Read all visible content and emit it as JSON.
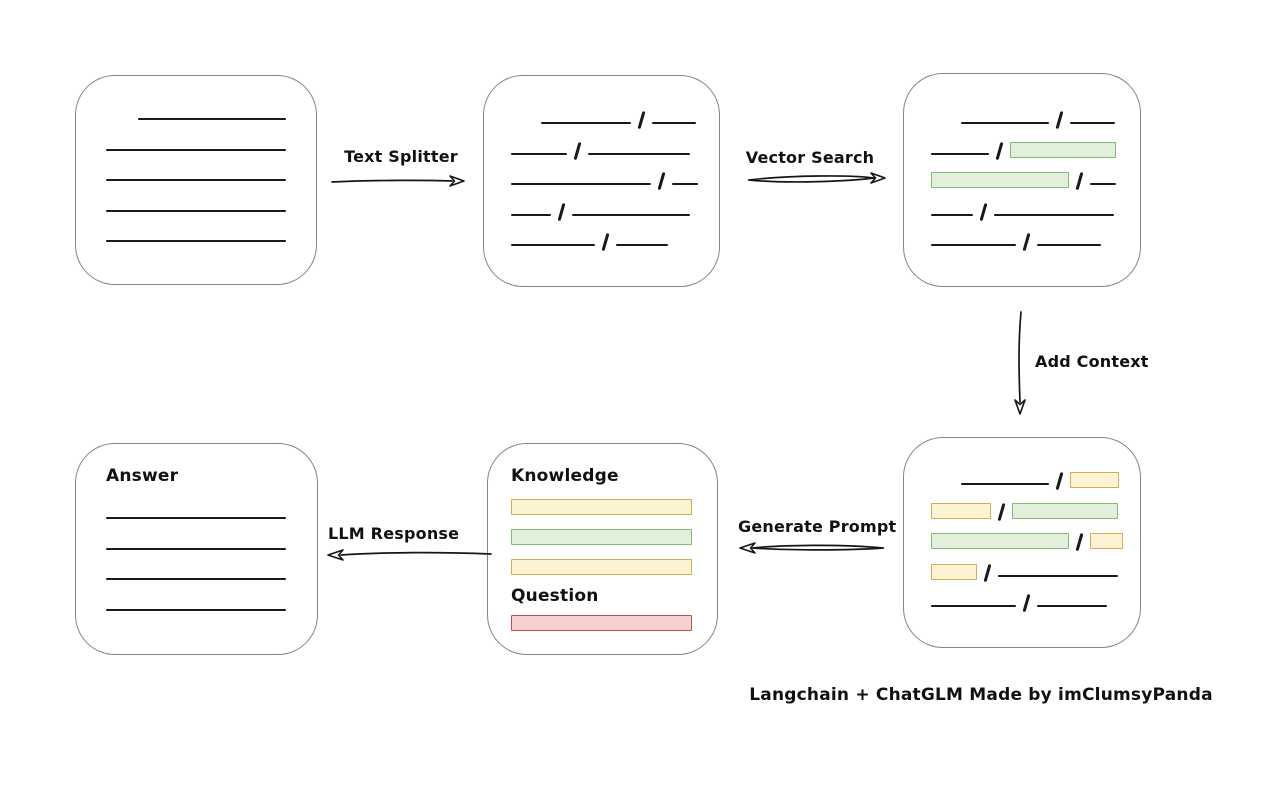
{
  "caption": "Langchain + ChatGLM Made by imClumsyPanda",
  "arrows": {
    "text_splitter": {
      "label": "Text Splitter",
      "direction": "right"
    },
    "vector_search": {
      "label": "Vector Search",
      "direction": "right"
    },
    "add_context": {
      "label": "Add Context",
      "direction": "down"
    },
    "generate_prompt": {
      "label": "Generate Prompt",
      "direction": "left"
    },
    "llm_response": {
      "label": "LLM Response",
      "direction": "left"
    }
  },
  "colors": {
    "green_fill": "#e2efdb",
    "green_border": "#85b776",
    "yellow_fill": "#fcf3d5",
    "yellow_border": "#d4ad52",
    "red_fill": "#f5d2d0",
    "red_border": "#b45450",
    "box_border": "#848484",
    "stroke": "#161616"
  },
  "boxes": {
    "document": {
      "rows": [
        [
          {
            "t": "line",
            "w": 148,
            "ml": 32
          }
        ],
        [
          {
            "t": "line",
            "w": 180
          }
        ],
        [
          {
            "t": "line",
            "w": 180
          }
        ],
        [
          {
            "t": "line",
            "w": 180
          }
        ],
        [
          {
            "t": "line",
            "w": 180
          }
        ]
      ]
    },
    "split": {
      "rows": [
        [
          {
            "t": "line",
            "w": 90,
            "ml": 30
          },
          {
            "t": "slash"
          },
          {
            "t": "line",
            "w": 44
          }
        ],
        [
          {
            "t": "line",
            "w": 56
          },
          {
            "t": "slash"
          },
          {
            "t": "line",
            "w": 102
          }
        ],
        [
          {
            "t": "line",
            "w": 140
          },
          {
            "t": "slash"
          },
          {
            "t": "line",
            "w": 26
          }
        ],
        [
          {
            "t": "line",
            "w": 40
          },
          {
            "t": "slash"
          },
          {
            "t": "line",
            "w": 118
          }
        ],
        [
          {
            "t": "line",
            "w": 84
          },
          {
            "t": "slash"
          },
          {
            "t": "line",
            "w": 52
          }
        ]
      ]
    },
    "vector": {
      "rows": [
        [
          {
            "t": "line",
            "w": 88,
            "ml": 30
          },
          {
            "t": "slash"
          },
          {
            "t": "line",
            "w": 45
          }
        ],
        [
          {
            "t": "line",
            "w": 58
          },
          {
            "t": "slash"
          },
          {
            "t": "bar",
            "c": "green",
            "w": 104
          }
        ],
        [
          {
            "t": "bar",
            "c": "green",
            "w": 136
          },
          {
            "t": "slash"
          },
          {
            "t": "line",
            "w": 26
          }
        ],
        [
          {
            "t": "line",
            "w": 42
          },
          {
            "t": "slash"
          },
          {
            "t": "line",
            "w": 120
          }
        ],
        [
          {
            "t": "line",
            "w": 85
          },
          {
            "t": "slash"
          },
          {
            "t": "line",
            "w": 64
          }
        ]
      ]
    },
    "context": {
      "rows": [
        [
          {
            "t": "line",
            "w": 88,
            "ml": 30
          },
          {
            "t": "slash"
          },
          {
            "t": "bar",
            "c": "yellow",
            "w": 47
          }
        ],
        [
          {
            "t": "bar",
            "c": "yellow",
            "w": 58
          },
          {
            "t": "slash"
          },
          {
            "t": "bar",
            "c": "green",
            "w": 104
          }
        ],
        [
          {
            "t": "bar",
            "c": "green",
            "w": 136
          },
          {
            "t": "slash"
          },
          {
            "t": "bar",
            "c": "yellow",
            "w": 31
          }
        ],
        [
          {
            "t": "bar",
            "c": "yellow",
            "w": 44
          },
          {
            "t": "slash"
          },
          {
            "t": "line",
            "w": 120
          }
        ],
        [
          {
            "t": "line",
            "w": 85
          },
          {
            "t": "slash"
          },
          {
            "t": "line",
            "w": 70
          }
        ]
      ]
    },
    "prompt": {
      "knowledge_label": "Knowledge",
      "question_label": "Question",
      "knowledge_rows": [
        [
          {
            "t": "bar",
            "c": "yellow",
            "w": 179
          }
        ],
        [
          {
            "t": "bar",
            "c": "green",
            "w": 179
          }
        ],
        [
          {
            "t": "bar",
            "c": "yellow",
            "w": 179
          }
        ]
      ],
      "question_rows": [
        [
          {
            "t": "bar",
            "c": "red",
            "w": 179
          }
        ]
      ]
    },
    "answer": {
      "title": "Answer",
      "rows": [
        [
          {
            "t": "line",
            "w": 180
          }
        ],
        [
          {
            "t": "line",
            "w": 180
          }
        ],
        [
          {
            "t": "line",
            "w": 180
          }
        ],
        [
          {
            "t": "line",
            "w": 180
          }
        ]
      ]
    }
  }
}
